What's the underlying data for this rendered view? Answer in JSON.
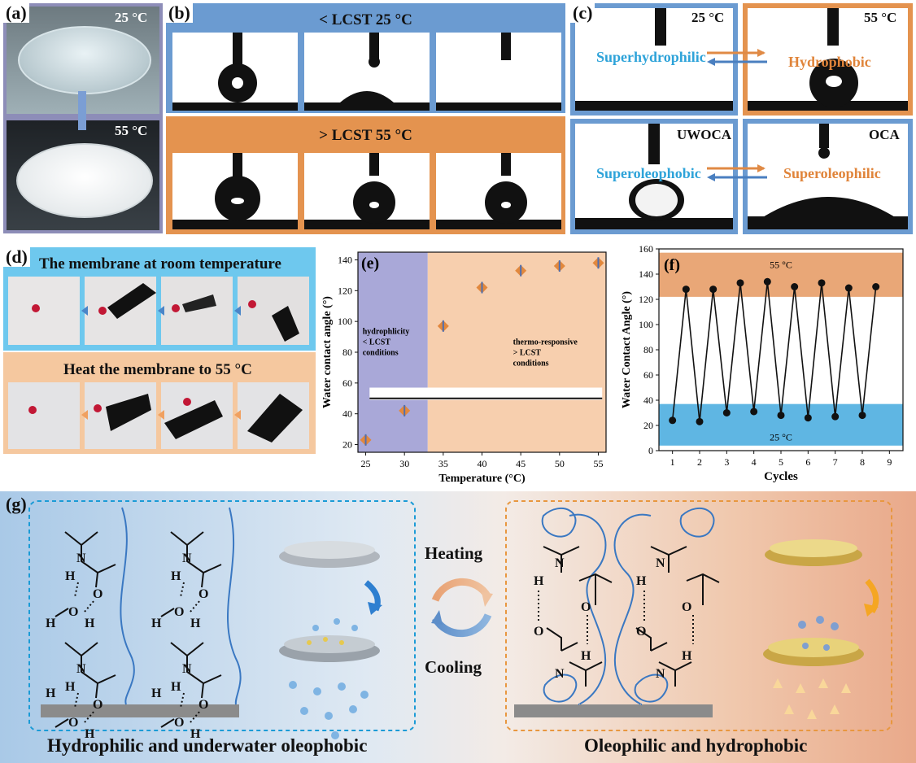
{
  "labels": {
    "a": "(a)",
    "b": "(b)",
    "c": "(c)",
    "d": "(d)",
    "e": "(e)",
    "f": "(f)",
    "g": "(g)"
  },
  "panel_a": {
    "top_temp": "25 °C",
    "bottom_temp": "55 °C"
  },
  "panel_b": {
    "top_band": "< LCST 25 °C",
    "bottom_band": "> LCST 55 °C"
  },
  "panel_c": {
    "tl": "25 °C",
    "tr": "55 °C",
    "bl": "UWOCA",
    "br": "OCA",
    "superhydrophilic": "Superhydrophilic",
    "hydrophobic": "Hydrophobic",
    "superoleophobic": "Superoleophobic",
    "superoleophilic": "Superoleophilic",
    "colors": {
      "blue": "#6b9bd1",
      "orange": "#e4934f",
      "arrow_blue": "#4a7fc0",
      "arrow_orange": "#e08a45"
    }
  },
  "panel_d": {
    "top_caption": "The membrane at room temperature",
    "bottom_caption": "Heat the membrane to 55 °C"
  },
  "panel_g": {
    "heating": "Heating",
    "cooling": "Cooling",
    "left_caption": "Hydrophilic and underwater oleophobic",
    "right_caption": "Oleophilic and hydrophobic",
    "atoms": {
      "H": "H",
      "N": "N",
      "O": "O"
    }
  },
  "chart_data": [
    {
      "type": "scatter",
      "panel": "e",
      "xlabel": "Temperature (°C)",
      "ylabel": "Water contact angle (°)",
      "xlim": [
        24,
        56
      ],
      "ylim": [
        15,
        145
      ],
      "xticks": [
        25,
        30,
        35,
        40,
        45,
        50,
        55
      ],
      "yticks": [
        20,
        40,
        60,
        80,
        100,
        120,
        140
      ],
      "x": [
        25,
        30,
        35,
        40,
        45,
        50,
        55
      ],
      "y": [
        23,
        42,
        97,
        122,
        133,
        136,
        138
      ],
      "annotations": [
        {
          "id": "left_region",
          "lines": [
            "hydrophlicity",
            "< LCST",
            "conditions"
          ]
        },
        {
          "id": "right_region",
          "lines": [
            "thermo-responsive",
            "> LCST",
            "conditions"
          ]
        }
      ],
      "regions": [
        {
          "from": 24,
          "to": 33,
          "color": "#a9a8d8"
        },
        {
          "from": 33,
          "to": 56,
          "color": "#f7cfae"
        }
      ]
    },
    {
      "type": "line",
      "panel": "f",
      "xlabel": "Cycles",
      "ylabel": "Water Contact Angle (°)",
      "xlim": [
        0.5,
        9.5
      ],
      "ylim": [
        0,
        160
      ],
      "xticks": [
        1,
        2,
        3,
        4,
        5,
        6,
        7,
        8,
        9
      ],
      "yticks": [
        0,
        20,
        40,
        60,
        80,
        100,
        120,
        140,
        160
      ],
      "x": [
        1,
        1.5,
        2,
        2.5,
        3,
        3.5,
        4,
        4.5,
        5,
        5.5,
        6,
        6.5,
        7,
        7.5,
        8,
        8.5
      ],
      "y": [
        24,
        128,
        23,
        128,
        30,
        133,
        31,
        134,
        28,
        130,
        26,
        133,
        27,
        129,
        28,
        130
      ],
      "band_labels": {
        "top": "55 °C",
        "bottom": "25 °C"
      },
      "bands": [
        {
          "from": 122,
          "to": 157,
          "color": "#e9a777"
        },
        {
          "from": 4,
          "to": 37,
          "color": "#5fb6e3"
        }
      ]
    }
  ]
}
